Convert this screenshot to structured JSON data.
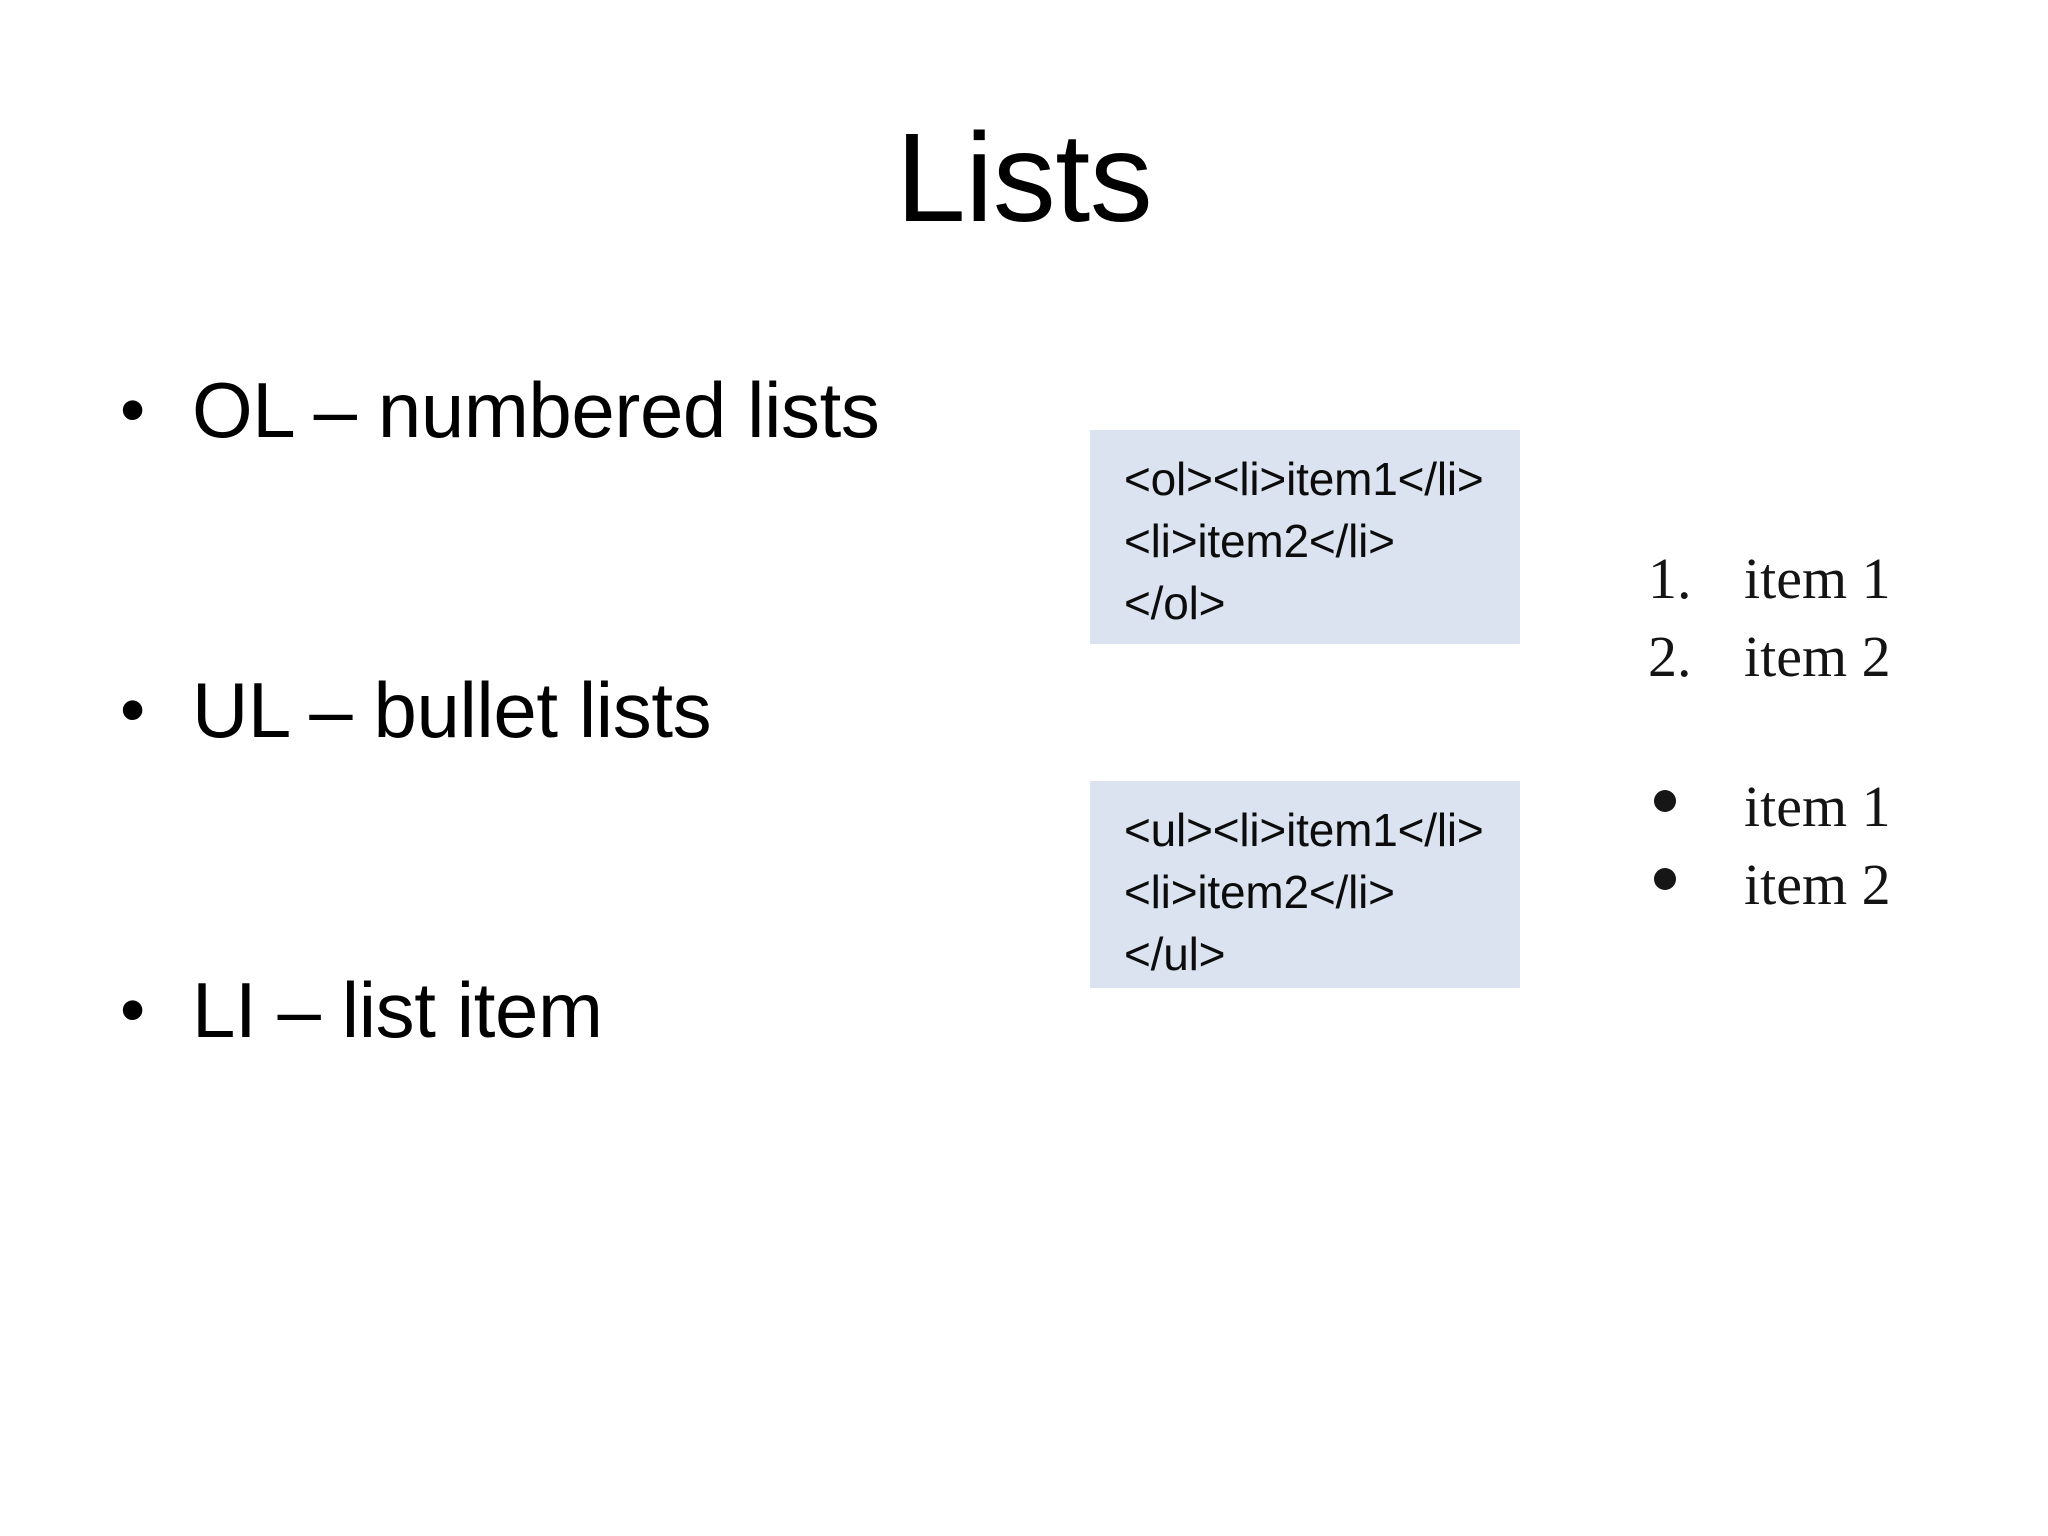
{
  "slide": {
    "title": "Lists",
    "background_color": "#ffffff",
    "text_color": "#000000"
  },
  "bullets": [
    {
      "marker": "•",
      "text": "OL – numbered lists"
    },
    {
      "marker": "•",
      "text": "UL – bullet lists"
    },
    {
      "marker": "•",
      "text": "LI – list item"
    }
  ],
  "code_blocks": [
    {
      "name": "ordered-list-snippet",
      "background_color": "#dce3f0",
      "lines": [
        "<ol><li>item1</li>",
        "<li>item2</li>",
        "</ol>"
      ]
    },
    {
      "name": "unordered-list-snippet",
      "background_color": "#dce3f0",
      "lines": [
        "<ul><li>item1</li>",
        "<li>item2</li>",
        "</ul>"
      ]
    }
  ],
  "rendered_previews": [
    {
      "name": "ordered-list-output",
      "type": "ordered",
      "items": [
        {
          "marker": "1.",
          "label": "item 1"
        },
        {
          "marker": "2.",
          "label": "item 2"
        }
      ]
    },
    {
      "name": "unordered-list-output",
      "type": "unordered",
      "items": [
        {
          "marker": "bullet-dot",
          "label": "item 1"
        },
        {
          "marker": "bullet-dot",
          "label": "item 2"
        }
      ]
    }
  ]
}
